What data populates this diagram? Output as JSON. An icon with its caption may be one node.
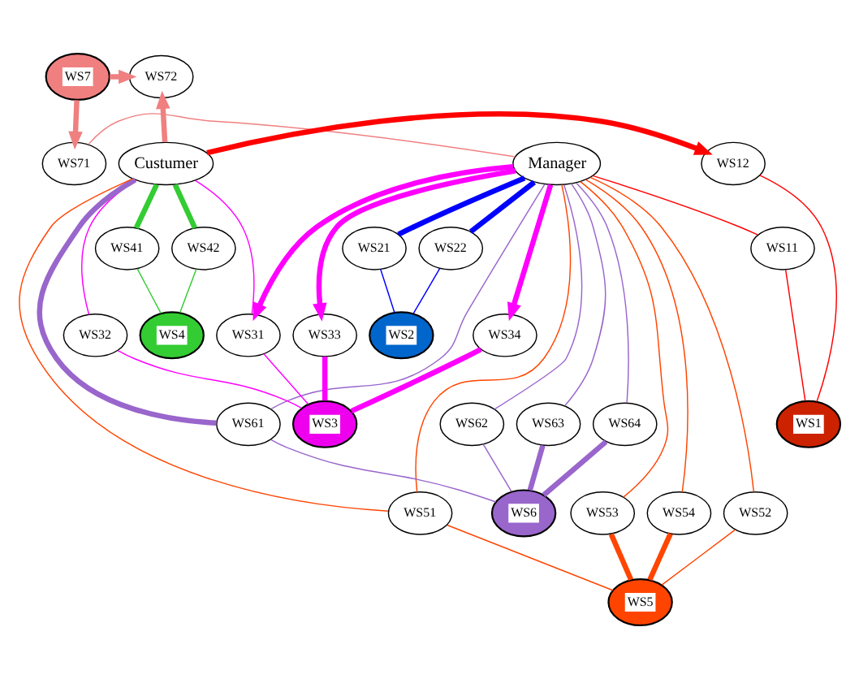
{
  "diagram": {
    "nodes": [
      {
        "text": [
          "WS7"
        ]
      },
      {
        "text": [
          "WS72"
        ]
      },
      {
        "text": [
          "WS71"
        ]
      },
      {
        "text": [
          "Manager"
        ]
      },
      {
        "text": [
          "WS12"
        ]
      },
      {
        "text": [
          "Custumer"
        ]
      },
      {
        "text": [
          "WS21"
        ]
      },
      {
        "text": [
          "WS22"
        ]
      },
      {
        "text": [
          "WS11"
        ]
      },
      {
        "text": [
          "WS31"
        ]
      },
      {
        "text": [
          "WS32"
        ]
      },
      {
        "text": [
          "WS33"
        ]
      },
      {
        "text": [
          "WS34"
        ]
      },
      {
        "text": [
          "WS41"
        ]
      },
      {
        "text": [
          "WS42"
        ]
      },
      {
        "text": [
          "WS2"
        ]
      },
      {
        "text": [
          "WS3"
        ]
      },
      {
        "text": [
          "WS4"
        ]
      },
      {
        "text": [
          "WS1"
        ]
      },
      {
        "text": [
          "WS61"
        ]
      },
      {
        "text": [
          "WS62"
        ]
      },
      {
        "text": [
          "WS63"
        ]
      },
      {
        "text": [
          "WS64"
        ]
      },
      {
        "text": [
          "WS51"
        ]
      },
      {
        "text": [
          "WS52"
        ]
      },
      {
        "text": [
          "WS53"
        ]
      },
      {
        "text": [
          "WS54"
        ]
      },
      {
        "text": [
          "WS6"
        ]
      },
      {
        "text": [
          "WS5"
        ]
      }
    ],
    "edges": [
      {
        "from": 0,
        "to": 1,
        "arrow": "to",
        "style": "thick",
        "color": "#f08080"
      },
      {
        "from": 0,
        "to": 2,
        "arrow": "to",
        "style": "thick",
        "color": "#f08080"
      },
      {
        "from": 2,
        "to": 3,
        "arrow": "none",
        "color": "#f08080"
      },
      {
        "from": 5,
        "to": 1,
        "arrow": "to",
        "style": "thick",
        "color": "#f08080"
      },
      {
        "from": 5,
        "to": 4,
        "arrow": "to",
        "style": "thick",
        "color": "#ff0000"
      },
      {
        "from": 18,
        "to": 4,
        "arrow": "none",
        "color": "#ff0000"
      },
      {
        "from": 3,
        "to": 8,
        "arrow": "none",
        "color": "#ff0000"
      },
      {
        "from": 8,
        "to": 18,
        "arrow": "none",
        "color": "#ff0000"
      },
      {
        "from": 3,
        "to": 6,
        "arrow": "none",
        "style": "thick",
        "color": "#0000ff"
      },
      {
        "from": 3,
        "to": 7,
        "arrow": "none",
        "style": "thick",
        "color": "#0000ff"
      },
      {
        "from": 6,
        "to": 15,
        "arrow": "none",
        "color": "#0000ff"
      },
      {
        "from": 7,
        "to": 15,
        "arrow": "none",
        "color": "#0000ff"
      },
      {
        "from": 3,
        "to": 9,
        "arrow": "to",
        "style": "thick",
        "color": "#ff00ff"
      },
      {
        "from": 3,
        "to": 11,
        "arrow": "to",
        "style": "thick",
        "color": "#ff00ff"
      },
      {
        "from": 3,
        "to": 12,
        "arrow": "to",
        "style": "thick",
        "color": "#ff00ff"
      },
      {
        "from": 5,
        "to": 9,
        "arrow": "none",
        "color": "#ff00ff"
      },
      {
        "from": 5,
        "to": 10,
        "arrow": "none",
        "color": "#ff00ff"
      },
      {
        "from": 9,
        "to": 16,
        "arrow": "none",
        "color": "#ff00ff"
      },
      {
        "from": 10,
        "to": 16,
        "arrow": "none",
        "color": "#ff00ff"
      },
      {
        "from": 11,
        "to": 16,
        "arrow": "none",
        "style": "thick",
        "color": "#ff00ff"
      },
      {
        "from": 12,
        "to": 16,
        "arrow": "none",
        "style": "thick",
        "color": "#ff00ff"
      },
      {
        "from": 5,
        "to": 13,
        "arrow": "none",
        "style": "thick",
        "color": "#33cc33"
      },
      {
        "from": 5,
        "to": 14,
        "arrow": "none",
        "style": "thick",
        "color": "#33cc33"
      },
      {
        "from": 13,
        "to": 17,
        "arrow": "none",
        "color": "#33cc33"
      },
      {
        "from": 14,
        "to": 17,
        "arrow": "none",
        "color": "#33cc33"
      },
      {
        "from": 5,
        "to": 19,
        "arrow": "none",
        "style": "thick",
        "color": "#9966cc"
      },
      {
        "from": 3,
        "to": 19,
        "arrow": "none",
        "color": "#9966cc"
      },
      {
        "from": 3,
        "to": 20,
        "arrow": "none",
        "color": "#9966cc"
      },
      {
        "from": 3,
        "to": 21,
        "arrow": "none",
        "color": "#9966cc"
      },
      {
        "from": 3,
        "to": 22,
        "arrow": "none",
        "color": "#9966cc"
      },
      {
        "from": 19,
        "to": 27,
        "arrow": "none",
        "color": "#9966cc"
      },
      {
        "from": 20,
        "to": 27,
        "arrow": "none",
        "color": "#9966cc"
      },
      {
        "from": 21,
        "to": 27,
        "arrow": "none",
        "style": "thick",
        "color": "#9966cc"
      },
      {
        "from": 22,
        "to": 27,
        "arrow": "none",
        "style": "thick",
        "color": "#9966cc"
      },
      {
        "from": 3,
        "to": 23,
        "arrow": "none",
        "color": "#ff4500"
      },
      {
        "from": 3,
        "to": 24,
        "arrow": "none",
        "color": "#ff4500"
      },
      {
        "from": 3,
        "to": 25,
        "arrow": "none",
        "color": "#ff4500"
      },
      {
        "from": 3,
        "to": 26,
        "arrow": "none",
        "color": "#ff4500"
      },
      {
        "from": 5,
        "to": 23,
        "arrow": "none",
        "color": "#ff4500"
      },
      {
        "from": 23,
        "to": 28,
        "arrow": "none",
        "color": "#ff4500"
      },
      {
        "from": 24,
        "to": 28,
        "arrow": "none",
        "color": "#ff4500"
      },
      {
        "from": 25,
        "to": 28,
        "arrow": "none",
        "style": "thick",
        "color": "#ff4500"
      },
      {
        "from": 26,
        "to": 28,
        "arrow": "none",
        "style": "thick",
        "color": "#ff4500"
      }
    ]
  }
}
